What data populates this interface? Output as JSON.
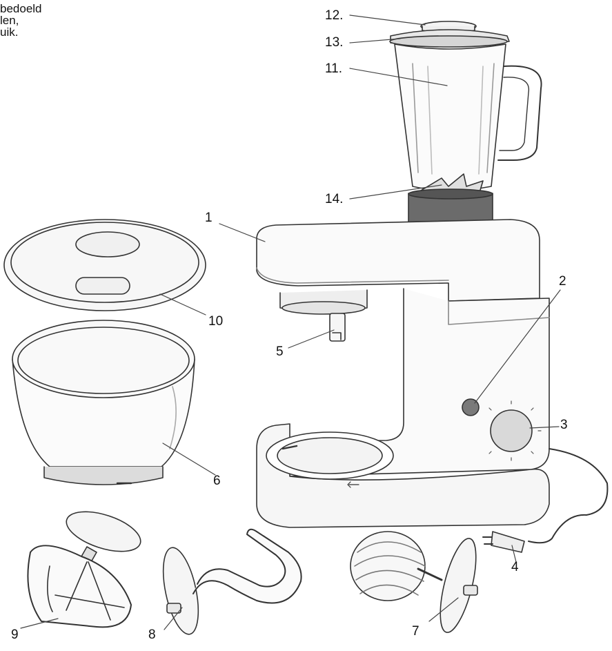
{
  "intro_text": {
    "lines": [
      " bedoeld",
      "len,",
      "uik."
    ]
  },
  "labels": [
    {
      "id": "1",
      "text": "1"
    },
    {
      "id": "2",
      "text": "2"
    },
    {
      "id": "3",
      "text": "3"
    },
    {
      "id": "4",
      "text": "4"
    },
    {
      "id": "5",
      "text": "5"
    },
    {
      "id": "6",
      "text": "6"
    },
    {
      "id": "7",
      "text": "7"
    },
    {
      "id": "8",
      "text": "8"
    },
    {
      "id": "9",
      "text": "9"
    },
    {
      "id": "10",
      "text": "10"
    },
    {
      "id": "11",
      "text": "11."
    },
    {
      "id": "12",
      "text": "12."
    },
    {
      "id": "13",
      "text": "13."
    },
    {
      "id": "14",
      "text": "14."
    }
  ],
  "colors": {
    "line": "#333333",
    "fill_light": "#f2f2f2",
    "base_dark": "#6b6b6b",
    "knob": "#d9d9d9"
  }
}
